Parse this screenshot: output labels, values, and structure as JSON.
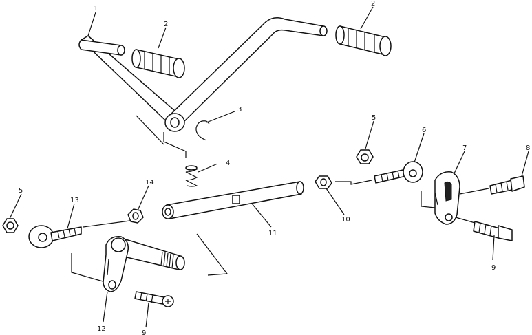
{
  "callouts": [
    {
      "id": "c1",
      "text": "1"
    },
    {
      "id": "c2a",
      "text": "2"
    },
    {
      "id": "c2b",
      "text": "2"
    },
    {
      "id": "c3",
      "text": "3"
    },
    {
      "id": "c4",
      "text": "4"
    },
    {
      "id": "c5a",
      "text": "5"
    },
    {
      "id": "c5b",
      "text": "5"
    },
    {
      "id": "c6",
      "text": "6"
    },
    {
      "id": "c7",
      "text": "7"
    },
    {
      "id": "c8",
      "text": "8"
    },
    {
      "id": "c9a",
      "text": "9"
    },
    {
      "id": "c9b",
      "text": "9"
    },
    {
      "id": "c10",
      "text": "10"
    },
    {
      "id": "c11",
      "text": "11"
    },
    {
      "id": "c12",
      "text": "12"
    },
    {
      "id": "c13",
      "text": "13"
    },
    {
      "id": "c14",
      "text": "14"
    }
  ]
}
